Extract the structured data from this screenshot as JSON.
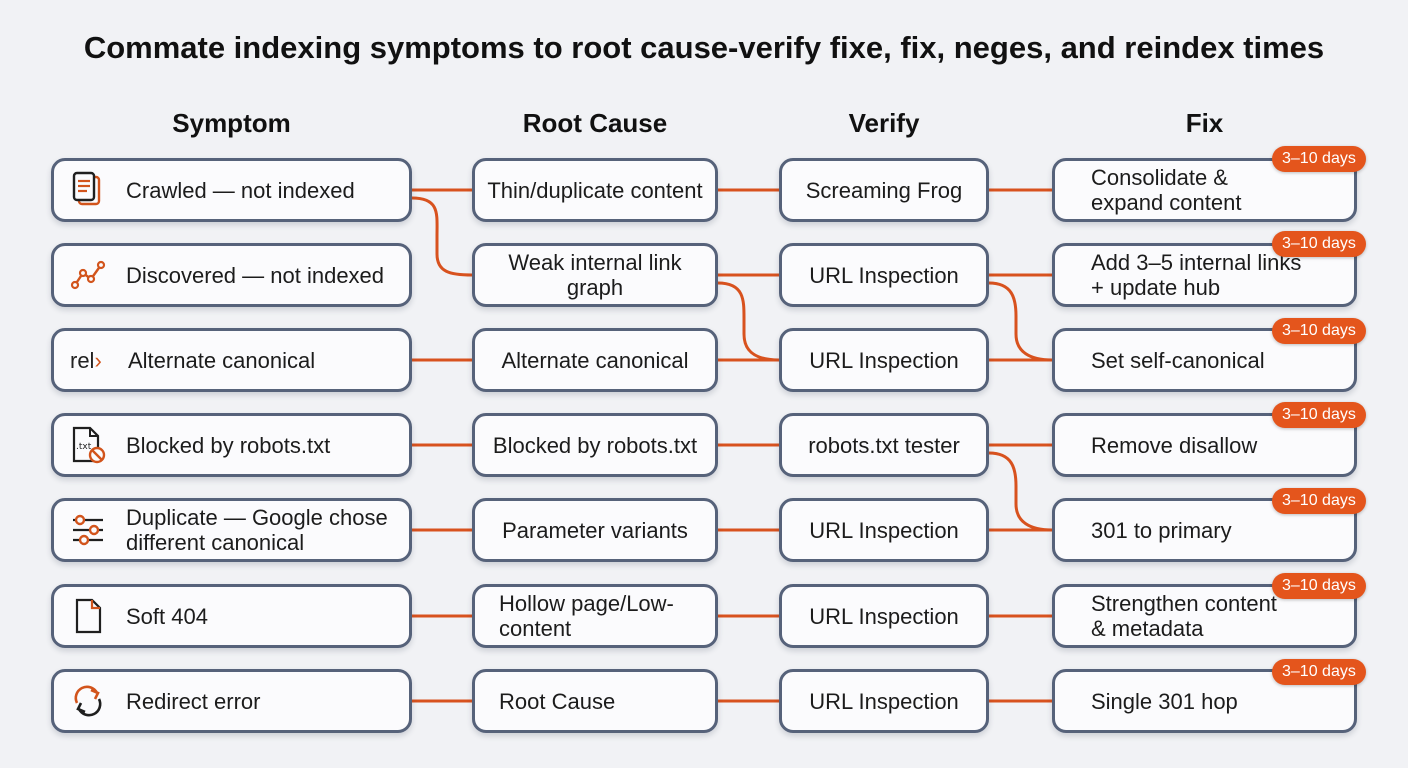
{
  "title": "Commate indexing symptoms to root cause-verify fixe, fix, neges, and reindex times",
  "columns": {
    "symptom": "Symptom",
    "cause": "Root Cause",
    "verify": "Verify",
    "fix": "Fix"
  },
  "rows": [
    {
      "symptom": [
        "Crawled — not indexed"
      ],
      "icon": "document-stack-icon",
      "cause": [
        "Thin/duplicate content"
      ],
      "verify": "Screaming Frog",
      "fix": [
        "Consolidate &",
        "expand content"
      ],
      "reindex": "3–10 days"
    },
    {
      "symptom": [
        "Discovered — not indexed"
      ],
      "icon": "trend-line-icon",
      "cause": [
        "Weak internal link",
        "graph"
      ],
      "verify": "URL Inspection",
      "fix": [
        "Add 3–5 internal links",
        "+ update hub"
      ],
      "reindex": "3–10 days"
    },
    {
      "symptom": [
        "Alternate canonical"
      ],
      "icon": "rel-canonical-icon",
      "icon_text": "rel",
      "cause": [
        "Alternate canonical"
      ],
      "verify": "URL Inspection",
      "fix": [
        "Set self-canonical"
      ],
      "reindex": "3–10 days"
    },
    {
      "symptom": [
        "Blocked by robots.txt"
      ],
      "icon": "blocked-txt-file-icon",
      "icon_text": ".txt",
      "cause": [
        "Blocked by robots.txt"
      ],
      "verify": "robots.txt tester",
      "fix": [
        "Remove disallow"
      ],
      "reindex": "3–10 days"
    },
    {
      "symptom": [
        "Duplicate — Google chose",
        "different canonical"
      ],
      "icon": "sliders-icon",
      "cause": [
        "Parameter variants"
      ],
      "verify": "URL Inspection",
      "fix": [
        "301 to primary"
      ],
      "reindex": "3–10 days"
    },
    {
      "symptom": [
        "Soft 404"
      ],
      "icon": "blank-file-icon",
      "cause": [
        "Hollow page/Low-",
        "content"
      ],
      "verify": "URL Inspection",
      "fix": [
        "Strengthen content",
        "& metadata"
      ],
      "reindex": "3–10 days"
    },
    {
      "symptom": [
        "Redirect error"
      ],
      "icon": "redirect-arrows-icon",
      "cause": [
        "Root Cause"
      ],
      "verify": "URL Inspection",
      "fix": [
        "Single 301 hop"
      ],
      "reindex": "3–10 days"
    }
  ],
  "colors": {
    "accent": "#e4551c",
    "connector": "#d8521e",
    "box_border": "#56627a",
    "background": "#f1f2f5"
  }
}
